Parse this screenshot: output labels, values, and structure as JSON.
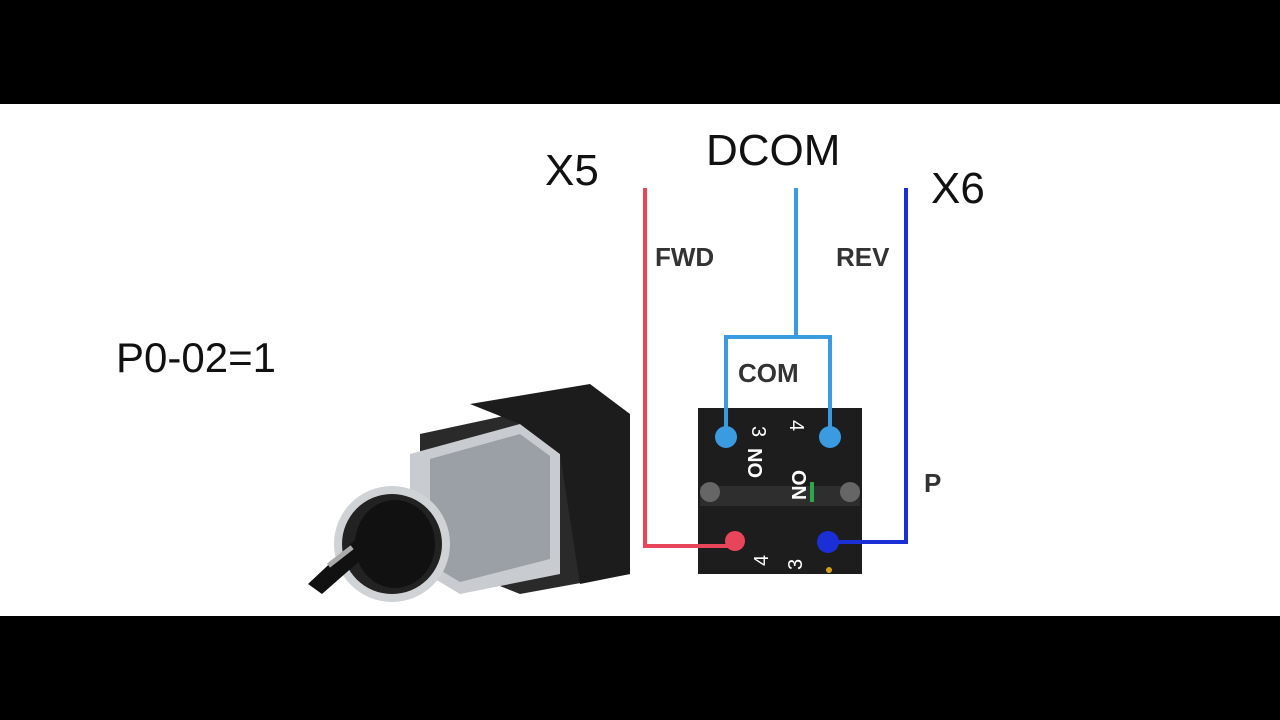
{
  "diagram": {
    "param_label": "P0-02=1",
    "terminals": {
      "left": "X5",
      "center": "DCOM",
      "right": "X6"
    },
    "wire_labels": {
      "fwd": "FWD",
      "rev": "REV",
      "com": "COM"
    },
    "contact_numbers": {
      "top_left": "3",
      "top_right": "4",
      "bottom_left": "4",
      "bottom_right": "3"
    },
    "contact_type": "NO",
    "clipped_label": "P",
    "colors": {
      "fwd_wire": "#e8455a",
      "com_wire": "#3a9be0",
      "rev_wire": "#1a2fd6",
      "background": "#ffffff",
      "letterbox": "#000000"
    }
  }
}
